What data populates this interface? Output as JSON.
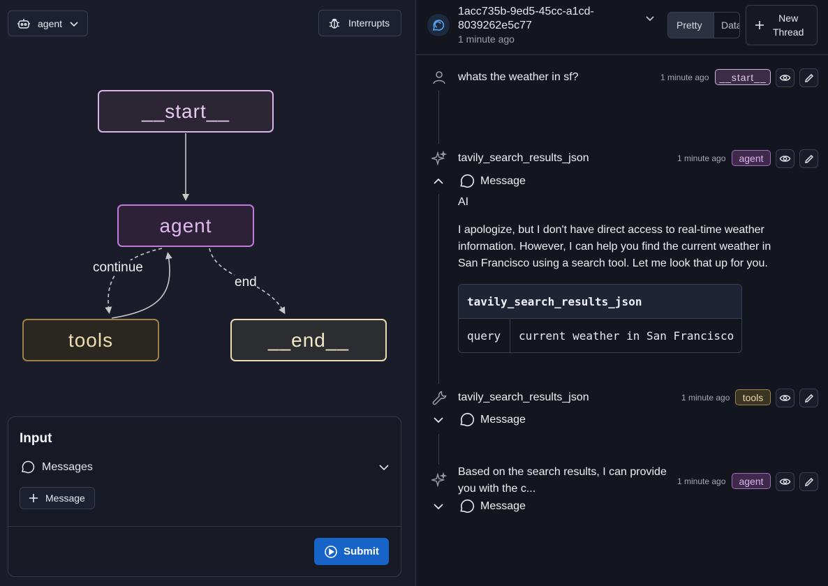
{
  "graph_toolbar": {
    "graph_selector_label": "agent",
    "interrupts_label": "Interrupts"
  },
  "graph": {
    "nodes": {
      "start": "__start__",
      "agent": "agent",
      "tools": "tools",
      "end": "__end__"
    },
    "edges": {
      "continue_label": "continue",
      "end_label": "end"
    }
  },
  "input_panel": {
    "title": "Input",
    "messages_label": "Messages",
    "add_message_label": "Message",
    "submit_label": "Submit"
  },
  "thread": {
    "id_line1": "1acc735b-9ed5-45cc-a1cd-",
    "id_line2": "8039262e5c77",
    "time": "1 minute ago",
    "view_pretty": "Pretty",
    "view_data": "Data",
    "new_thread_line1": "New",
    "new_thread_line2": "Thread"
  },
  "messages": [
    {
      "text": "whats the weather in sf?",
      "time": "1 minute ago",
      "badge": "__start__",
      "role_icon": "user-icon"
    },
    {
      "text": "tavily_search_results_json",
      "time": "1 minute ago",
      "badge": "agent",
      "role_icon": "sparkle-icon",
      "message_label": "Message",
      "ai_label": "AI",
      "body_line1": "I apologize, but I don't have direct access to real-time weather",
      "body_line2": "information. However, I can help you find the current weather in",
      "body_line3": "San Francisco using a search tool. Let me look that up for you.",
      "tool_call": {
        "name": "tavily_search_results_json",
        "arg_key": "query",
        "arg_value": "current weather in San Francisco"
      }
    },
    {
      "text": "tavily_search_results_json",
      "time": "1 minute ago",
      "badge": "tools",
      "role_icon": "wrench-icon",
      "message_label": "Message"
    },
    {
      "text_line1": "Based on the search results, I can provide",
      "text_line2": "you with the c...",
      "time": "1 minute ago",
      "badge": "agent",
      "role_icon": "sparkle-icon",
      "message_label": "Message"
    }
  ],
  "colors": {
    "submit_blue": "#1763c7",
    "agent_purple": "#c17ad8",
    "tools_gold": "#a08145"
  }
}
